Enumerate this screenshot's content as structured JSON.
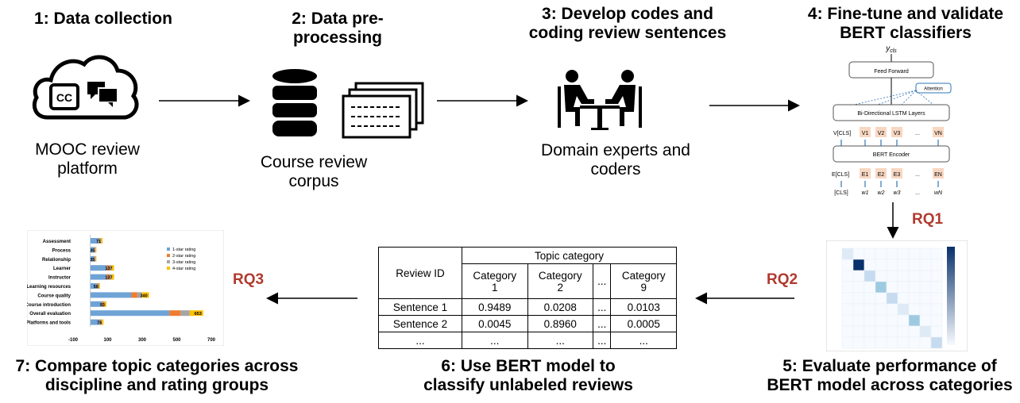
{
  "steps": {
    "s1": {
      "title": "1: Data collection",
      "caption_l1": "MOOC review",
      "caption_l2": "platform",
      "icon_text": "CC"
    },
    "s2": {
      "title_l1": "2: Data pre-",
      "title_l2": "processing",
      "caption_l1": "Course review",
      "caption_l2": "corpus"
    },
    "s3": {
      "title_l1": "3: Develop codes and",
      "title_l2": "coding review sentences",
      "caption_l1": "Domain experts and",
      "caption_l2": "coders"
    },
    "s4": {
      "title_l1": "4: Fine-tune and validate",
      "title_l2": "BERT classifiers"
    },
    "s5": {
      "title_l1": "5: Evaluate performance of",
      "title_l2": "BERT model across categories"
    },
    "s6": {
      "title_l1": "6: Use BERT model to",
      "title_l2": "classify unlabeled reviews"
    },
    "s7": {
      "title_l1": "7: Compare topic categories across",
      "title_l2": "discipline and rating groups"
    }
  },
  "rq": {
    "rq1": "RQ1",
    "rq2": "RQ2",
    "rq3": "RQ3"
  },
  "bert": {
    "ycls": "y",
    "ycls_sub": "cls",
    "feed_forward": "Feed Forward",
    "attention": "Attention",
    "lstm": "Bi-Directional LSTM Layers",
    "encoder": "BERT Encoder",
    "v_cls": "V[CLS]",
    "v_tokens": [
      "V1",
      "V2",
      "V3",
      "...",
      "VN"
    ],
    "e_cls": "E[CLS]",
    "e_tokens": [
      "E1",
      "E2",
      "E3",
      "...",
      "EN"
    ],
    "w_cls": "[CLS]",
    "w_tokens": [
      "w1",
      "w2",
      "w3",
      "...",
      "wN"
    ]
  },
  "table": {
    "col_header": "Review ID",
    "group_header": "Topic category",
    "categories": [
      [
        "Category",
        "1"
      ],
      [
        "Category",
        "2"
      ],
      [
        "...",
        ""
      ],
      [
        "Category",
        "9"
      ]
    ],
    "rows": [
      [
        "Sentence 1",
        "0.9489",
        "0.0208",
        "...",
        "0.0103"
      ],
      [
        "Sentence 2",
        "0.0045",
        "0.8960",
        "...",
        "0.0005"
      ],
      [
        "...",
        "...",
        "...",
        "...",
        "..."
      ]
    ]
  },
  "chart_data": {
    "type": "bar",
    "orientation": "horizontal",
    "stacked": true,
    "categories": [
      "Assessment",
      "Process",
      "Relationship",
      "Learner",
      "Instructor",
      "Learning resources",
      "Course quality",
      "Course introduction",
      "Overall evaluation",
      "Platforms and tools"
    ],
    "totals": [
      71,
      35,
      35,
      137,
      137,
      56,
      340,
      93,
      653,
      76
    ],
    "series": [
      {
        "name": "1-star rating",
        "color": "#6fa3d6"
      },
      {
        "name": "2-star rating",
        "color": "#ed7d31"
      },
      {
        "name": "3-star rating",
        "color": "#a5a5a5"
      },
      {
        "name": "4-star rating",
        "color": "#ffc000"
      }
    ],
    "xticks": [
      "-100",
      "100",
      "300",
      "500",
      "700"
    ],
    "xlim": [
      -100,
      700
    ],
    "legend": "right"
  },
  "colors": {
    "rq": "#b03a2e",
    "token_fill": "#f8d7c2",
    "arrow_blue": "#2e75b6"
  }
}
